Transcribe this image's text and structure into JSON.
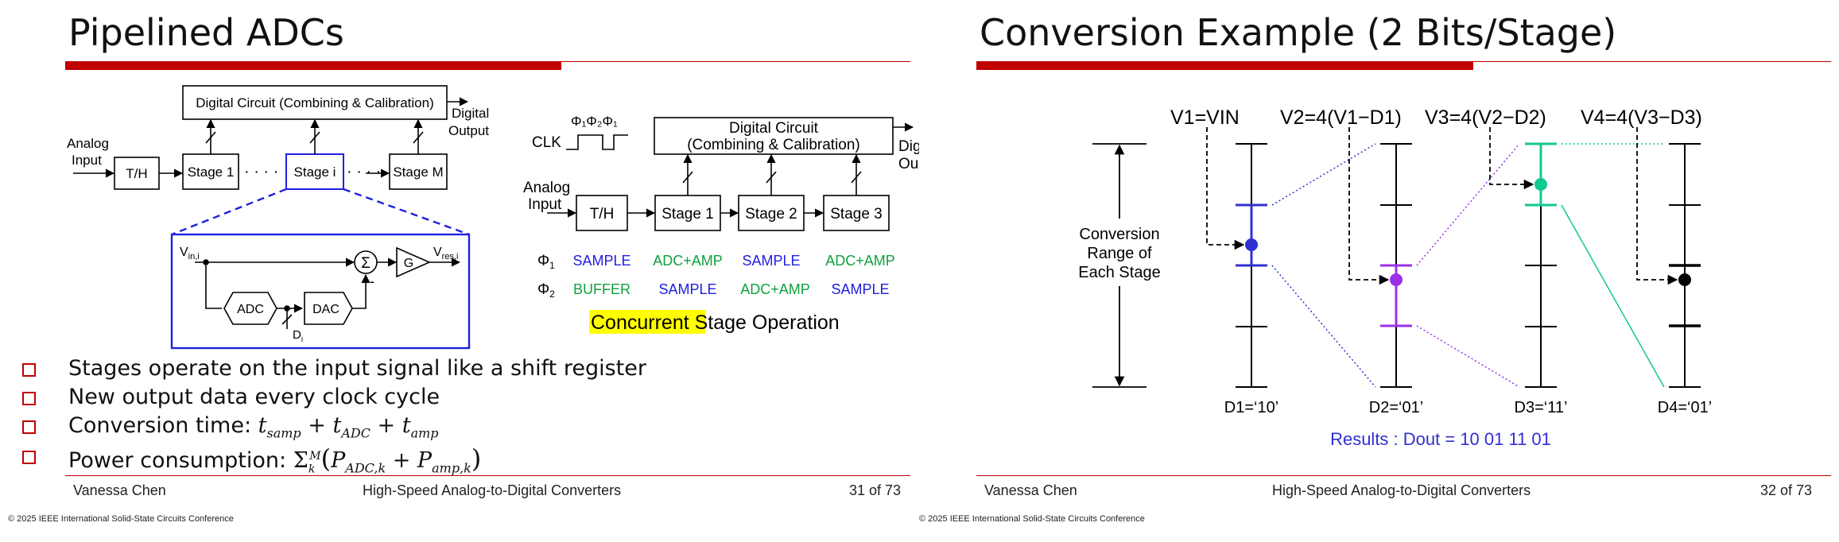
{
  "slide1": {
    "title": "Pipelined ADCs",
    "diagram_a": {
      "digital_circuit": "Digital Circuit (Combining & Calibration)",
      "digital_output": [
        "Digital",
        "Output"
      ],
      "analog_input": [
        "Analog",
        "Input"
      ],
      "th": "T/H",
      "stage1": "Stage 1",
      "stage_i": "Stage i",
      "stage_m": "Stage M",
      "dots": "· · · ·",
      "vin": "V",
      "vin_sub": "in,i",
      "vres": "V",
      "vres_sub": "res,i",
      "sum": "Σ",
      "minus": "-",
      "gain": "G",
      "adc": "ADC",
      "dac": "DAC",
      "di": "D",
      "di_sub": "i"
    },
    "diagram_b": {
      "clk": "CLK",
      "phases": "Φ₁Φ₂Φ₁",
      "digital_circuit": [
        "Digital Circuit",
        "(Combining & Calibration)"
      ],
      "digital_output": [
        "Dig",
        "Ou"
      ],
      "analog_input": [
        "Analog",
        "Input"
      ],
      "th": "T/H",
      "stage1": "Stage 1",
      "stage2": "Stage 2",
      "stage3": "Stage 3",
      "phi1": "Φ",
      "phi1_sub": "1",
      "phi2": "Φ",
      "phi2_sub": "2",
      "phi1_row": [
        "SAMPLE",
        "ADC+AMP",
        "SAMPLE",
        "ADC+AMP"
      ],
      "phi2_row": [
        "BUFFER",
        "SAMPLE",
        "ADC+AMP",
        "SAMPLE"
      ],
      "concurrent": "Concurrent",
      "concurrent_rest": " Stage Operation"
    },
    "bullets": [
      "Stages operate on the input signal like a shift register",
      "New output data every clock cycle",
      "Conversion time: ",
      "Power consumption: "
    ],
    "conv_time_formula": "t_samp + t_ADC + t_amp",
    "power_formula": "Σ_k^M (P_ADC,k + P_amp,k)",
    "footer": {
      "author": "Vanessa Chen",
      "course": "High-Speed Analog-to-Digital Converters",
      "page": "31 of 73"
    },
    "copyright": "© 2025 IEEE International Solid-State Circuits Conference"
  },
  "slide2": {
    "title": "Conversion Example (2 Bits/Stage)",
    "v_labels": [
      "V1=VIN",
      "V2=4(V1−D1)",
      "V3=4(V2−D2)",
      "V4=4(V3−D3)"
    ],
    "range_label": [
      "Conversion",
      "Range of",
      "Each Stage"
    ],
    "d_labels": [
      "D1=‘10’",
      "D2=‘01’",
      "D3=‘11’",
      "D4=‘01’"
    ],
    "result": "Results : Dout = 10 01 11 01",
    "colors": {
      "stage1": "#3030d0",
      "stage2": "#9b30e8",
      "stage3": "#10c890",
      "stage4": "#000000",
      "accent": "#c00000"
    },
    "footer": {
      "author": "Vanessa Chen",
      "course": "High-Speed Analog-to-Digital Converters",
      "page": "32 of 73"
    },
    "copyright": "© 2025 IEEE International Solid-State Circuits Conference"
  }
}
